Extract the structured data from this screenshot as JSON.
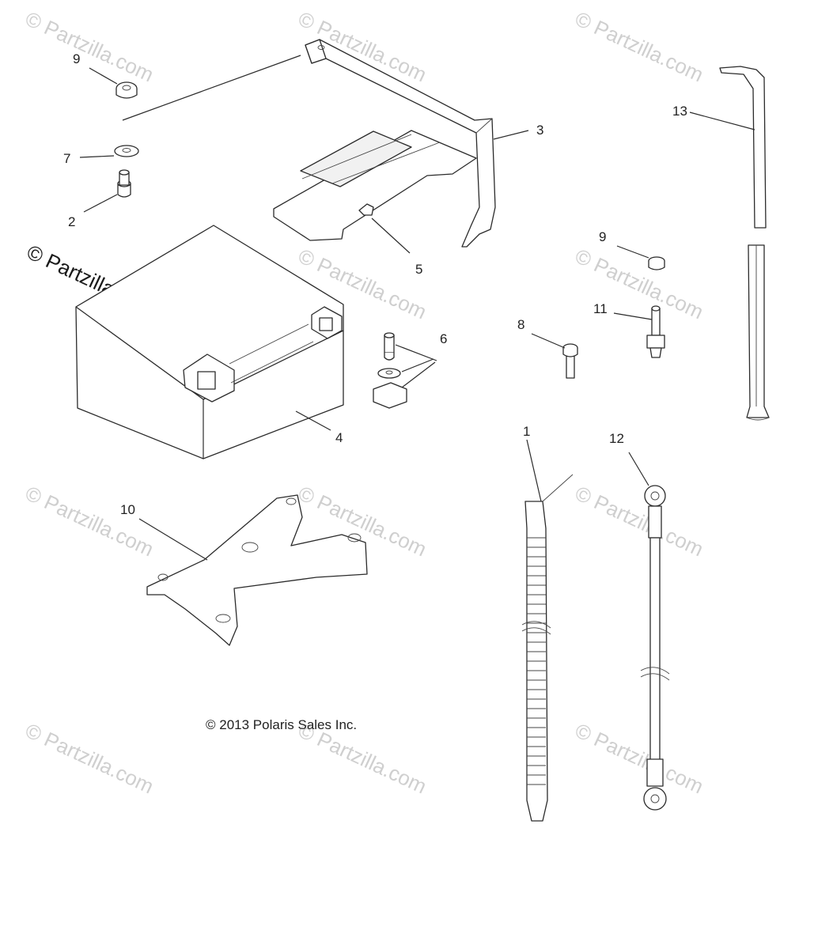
{
  "watermark_text": "© Partzilla.com",
  "brand_watermark": "© Partzilla.com",
  "copyright": "© 2013 Polaris Sales Inc.",
  "callouts": {
    "c1": "1",
    "c2": "2",
    "c3": "3",
    "c4": "4",
    "c5": "5",
    "c6": "6",
    "c7": "7",
    "c8": "8",
    "c9a": "9",
    "c9b": "9",
    "c10": "10",
    "c11": "11",
    "c12": "12",
    "c13": "13"
  }
}
